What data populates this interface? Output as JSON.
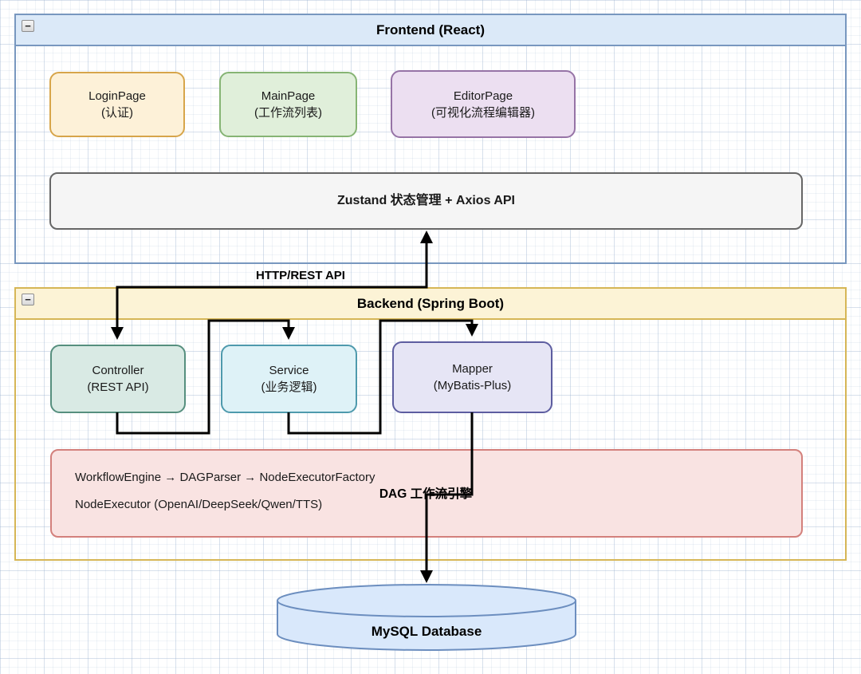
{
  "diagram": {
    "collapse_glyph": "−",
    "frontend": {
      "title": "Frontend (React)",
      "nodes": [
        {
          "id": "login",
          "title": "LoginPage",
          "subtitle": "(认证)"
        },
        {
          "id": "main",
          "title": "MainPage",
          "subtitle": "(工作流列表)"
        },
        {
          "id": "editor",
          "title": "EditorPage",
          "subtitle": "(可视化流程编辑器)"
        }
      ],
      "state_bar": "Zustand 状态管理 + Axios API"
    },
    "backend": {
      "title": "Backend (Spring Boot)",
      "nodes": [
        {
          "id": "controller",
          "title": "Controller",
          "subtitle": "(REST API)"
        },
        {
          "id": "service",
          "title": "Service",
          "subtitle": "(业务逻辑)"
        },
        {
          "id": "mapper",
          "title": "Mapper",
          "subtitle": "(MyBatis-Plus)"
        }
      ],
      "engine_box": {
        "line1": "WorkflowEngine → DAGParser → NodeExecutorFactory",
        "line2": "NodeExecutor (OpenAI/DeepSeek/Qwen/TTS)"
      }
    },
    "database": {
      "title": "MySQL Database"
    },
    "edge_labels": {
      "http_rest": "HTTP/REST API",
      "dag_engine": "DAG 工作流引擎"
    },
    "colors": {
      "frontend-header": "#dbe9f8",
      "frontend-border": "#7897bf",
      "backend-header": "#fcf3d6",
      "backend-border": "#d6b656",
      "login-fill": "#fdf1d8",
      "login-border": "#d7a54a",
      "main-fill": "#e0efda",
      "main-border": "#86b474",
      "editor-fill": "#ecdff1",
      "editor-border": "#9673a6",
      "state-fill": "#f5f5f5",
      "state-border": "#666666",
      "controller-fill": "#d9eae4",
      "controller-border": "#568f7e",
      "service-fill": "#def2f7",
      "service-border": "#4e9aad",
      "mapper-fill": "#e6e5f5",
      "mapper-border": "#5d5da0",
      "engine-fill": "#f9e3e2",
      "engine-border": "#d3807c",
      "db-fill": "#d9e8fb",
      "db-border": "#6c8ebf",
      "edge": "#000000"
    }
  }
}
